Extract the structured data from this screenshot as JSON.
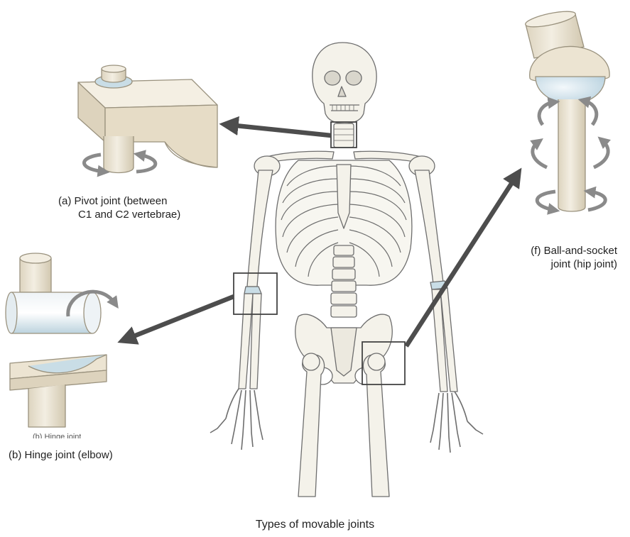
{
  "labels": {
    "pivot_line1": "(a) Pivot joint (between",
    "pivot_line2": "C1 and  C2 vertebrae)",
    "ball_line1": "(f) Ball-and-socket",
    "ball_line2": "joint (hip joint)",
    "hinge_partial": "(b) Hinge joint",
    "hinge": "(b) Hinge joint (elbow)"
  },
  "caption": "Types of movable joints",
  "colors": {
    "bone_fill": "#f4f2ea",
    "bone_stroke": "#6e6e6e",
    "model_fill": "#ece4d2",
    "model_stroke": "#9a927e",
    "cartilage_blue": "#c9dde6",
    "arrow": "#4d4d4d",
    "rotation_arrow": "#8a8a8a"
  },
  "icons": [
    "pivot-joint-model",
    "hinge-joint-model",
    "ball-and-socket-joint-model",
    "skeleton-figure"
  ]
}
